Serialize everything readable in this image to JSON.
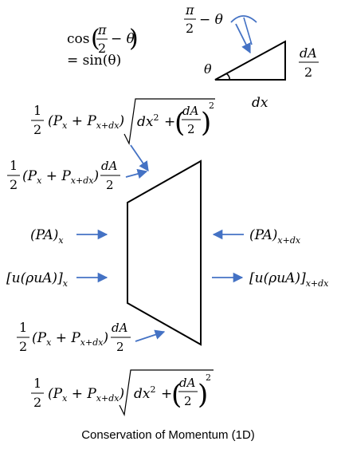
{
  "colors": {
    "ink": "#000000",
    "arrow": "#4472c4",
    "background": "#ffffff"
  },
  "identity": {
    "line1_func": "cos",
    "line1_pi": "π",
    "line1_two": "2",
    "line1_minus_theta": "− θ",
    "line2": "= sin(θ)"
  },
  "triangle": {
    "angle_label": "θ",
    "comp_angle_pi": "π",
    "comp_angle_two": "2",
    "comp_angle_minus_theta": "− θ",
    "base_label": "dx",
    "height_num": "dA",
    "height_den": "2"
  },
  "forces": {
    "half_num": "1",
    "half_den": "2",
    "pressure_sum": "(P",
    "x_sub": "x",
    "plus_p": " + P",
    "xdx_sub": "x+dx",
    "close_paren": ")",
    "sqrt_inner": "dx",
    "sq": "2",
    "plus": "+",
    "dA": "dA",
    "two": "2",
    "PA_in": "(PA)",
    "PA_in_sub": "x",
    "PA_out": "(PA)",
    "PA_out_sub": "x+dx",
    "mom_in": "[u(ρuA)]",
    "mom_in_sub": "x",
    "mom_out": "[u(ρuA)]",
    "mom_out_sub": "x+dx"
  },
  "caption": "Conservation of Momentum (1D)"
}
